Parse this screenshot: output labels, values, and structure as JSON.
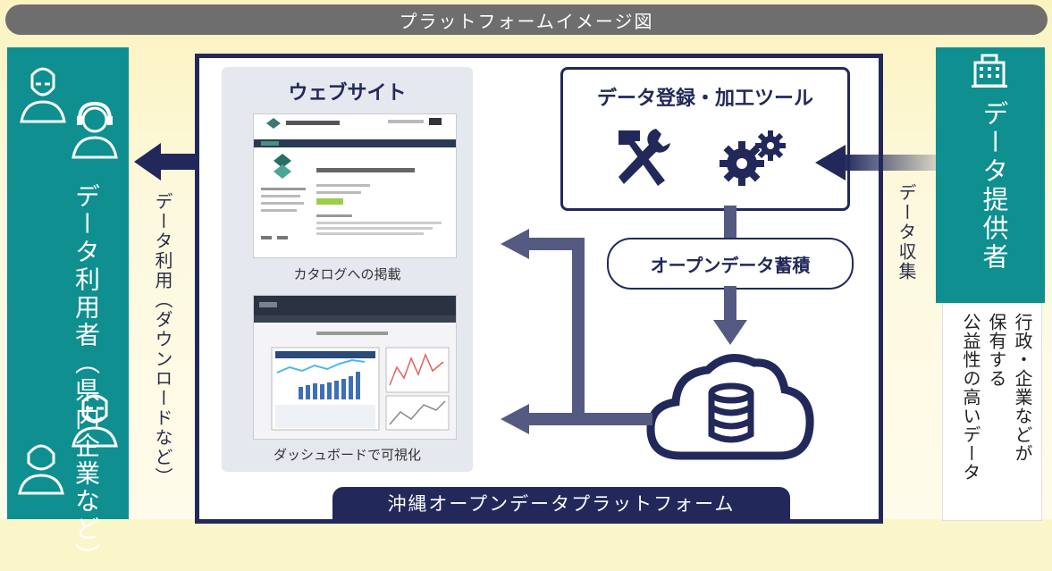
{
  "title": "プラットフォームイメージ図",
  "users": {
    "label": "データ利用者（県内企業など）"
  },
  "flows": {
    "usage": "データ利用（ダウンロードなど）",
    "collection": "データ収集"
  },
  "platform": {
    "name": "沖縄オープンデータプラットフォーム",
    "website": {
      "title": "ウェブサイト",
      "catalog_caption": "カタログへの掲載",
      "dashboard_caption": "ダッシュボードで可視化"
    },
    "tools": {
      "title": "データ登録・加工ツール"
    },
    "storage": {
      "label": "オープンデータ蓄積"
    }
  },
  "providers": {
    "label": "データ提供者",
    "description_lines": [
      "行政・企業などが",
      "保有する",
      "公益性の高いデータ"
    ]
  },
  "colors": {
    "teal": "#0f8f8f",
    "navy": "#22295a",
    "arrow": "#555a82",
    "background": "#fbf6c9"
  },
  "icons": [
    "person-icon",
    "headset-person-icon",
    "building-icon",
    "hammer-wrench-icon",
    "gears-icon",
    "cloud-database-icon"
  ]
}
